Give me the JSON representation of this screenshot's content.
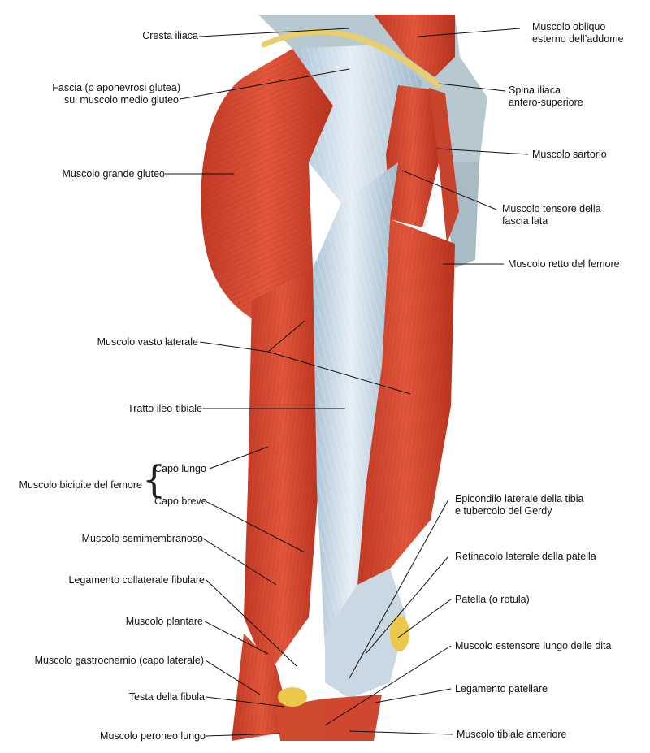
{
  "figure": {
    "colors": {
      "muscle": "#d9442e",
      "muscle_dark": "#a32a1b",
      "fascia": "#c6d9e8",
      "tendon": "#e9c84a",
      "skin_gray": "#b7c7cf"
    }
  },
  "labels": {
    "cresta_iliaca": "Cresta iliaca",
    "fascia_glutea_1": "Fascia (o aponevrosi glutea)",
    "fascia_glutea_2": "sul muscolo medio gluteo",
    "grande_gluteo": "Muscolo grande gluteo",
    "vasto_laterale": "Muscolo vasto laterale",
    "tratto_ileo_tibiale": "Tratto ileo-tibiale",
    "bicipite_femore": "Muscolo bicipite del femore",
    "capo_lungo": "Capo lungo",
    "capo_breve": "Capo breve",
    "semimembranoso": "Muscolo semimembranoso",
    "legamento_collaterale": "Legamento collaterale fibulare",
    "plantare": "Muscolo plantare",
    "gastrocnemio": "Muscolo gastrocnemio (capo laterale)",
    "testa_fibula": "Testa della fibula",
    "peroneo_lungo": "Muscolo peroneo lungo",
    "obliquo_1": "Muscolo obliquo",
    "obliquo_2": "esterno dell’addome",
    "spina_iliaca_1": "Spina iliaca",
    "spina_iliaca_2": "antero-superiore",
    "sartorio": "Muscolo sartorio",
    "tensore_1": "Muscolo tensore della",
    "tensore_2": "fascia lata",
    "retto_femore": "Muscolo retto del femore",
    "epicondilo_1": "Epicondilo laterale della tibia",
    "epicondilo_2": "e tubercolo del Gerdy",
    "retinacolo": "Retinacolo laterale della patella",
    "patella": "Patella (o rotula)",
    "estensore_dita": "Muscolo estensore lungo delle dita",
    "legamento_patellare": "Legamento patellare",
    "tibiale_anteriore": "Muscolo tibiale anteriore"
  }
}
